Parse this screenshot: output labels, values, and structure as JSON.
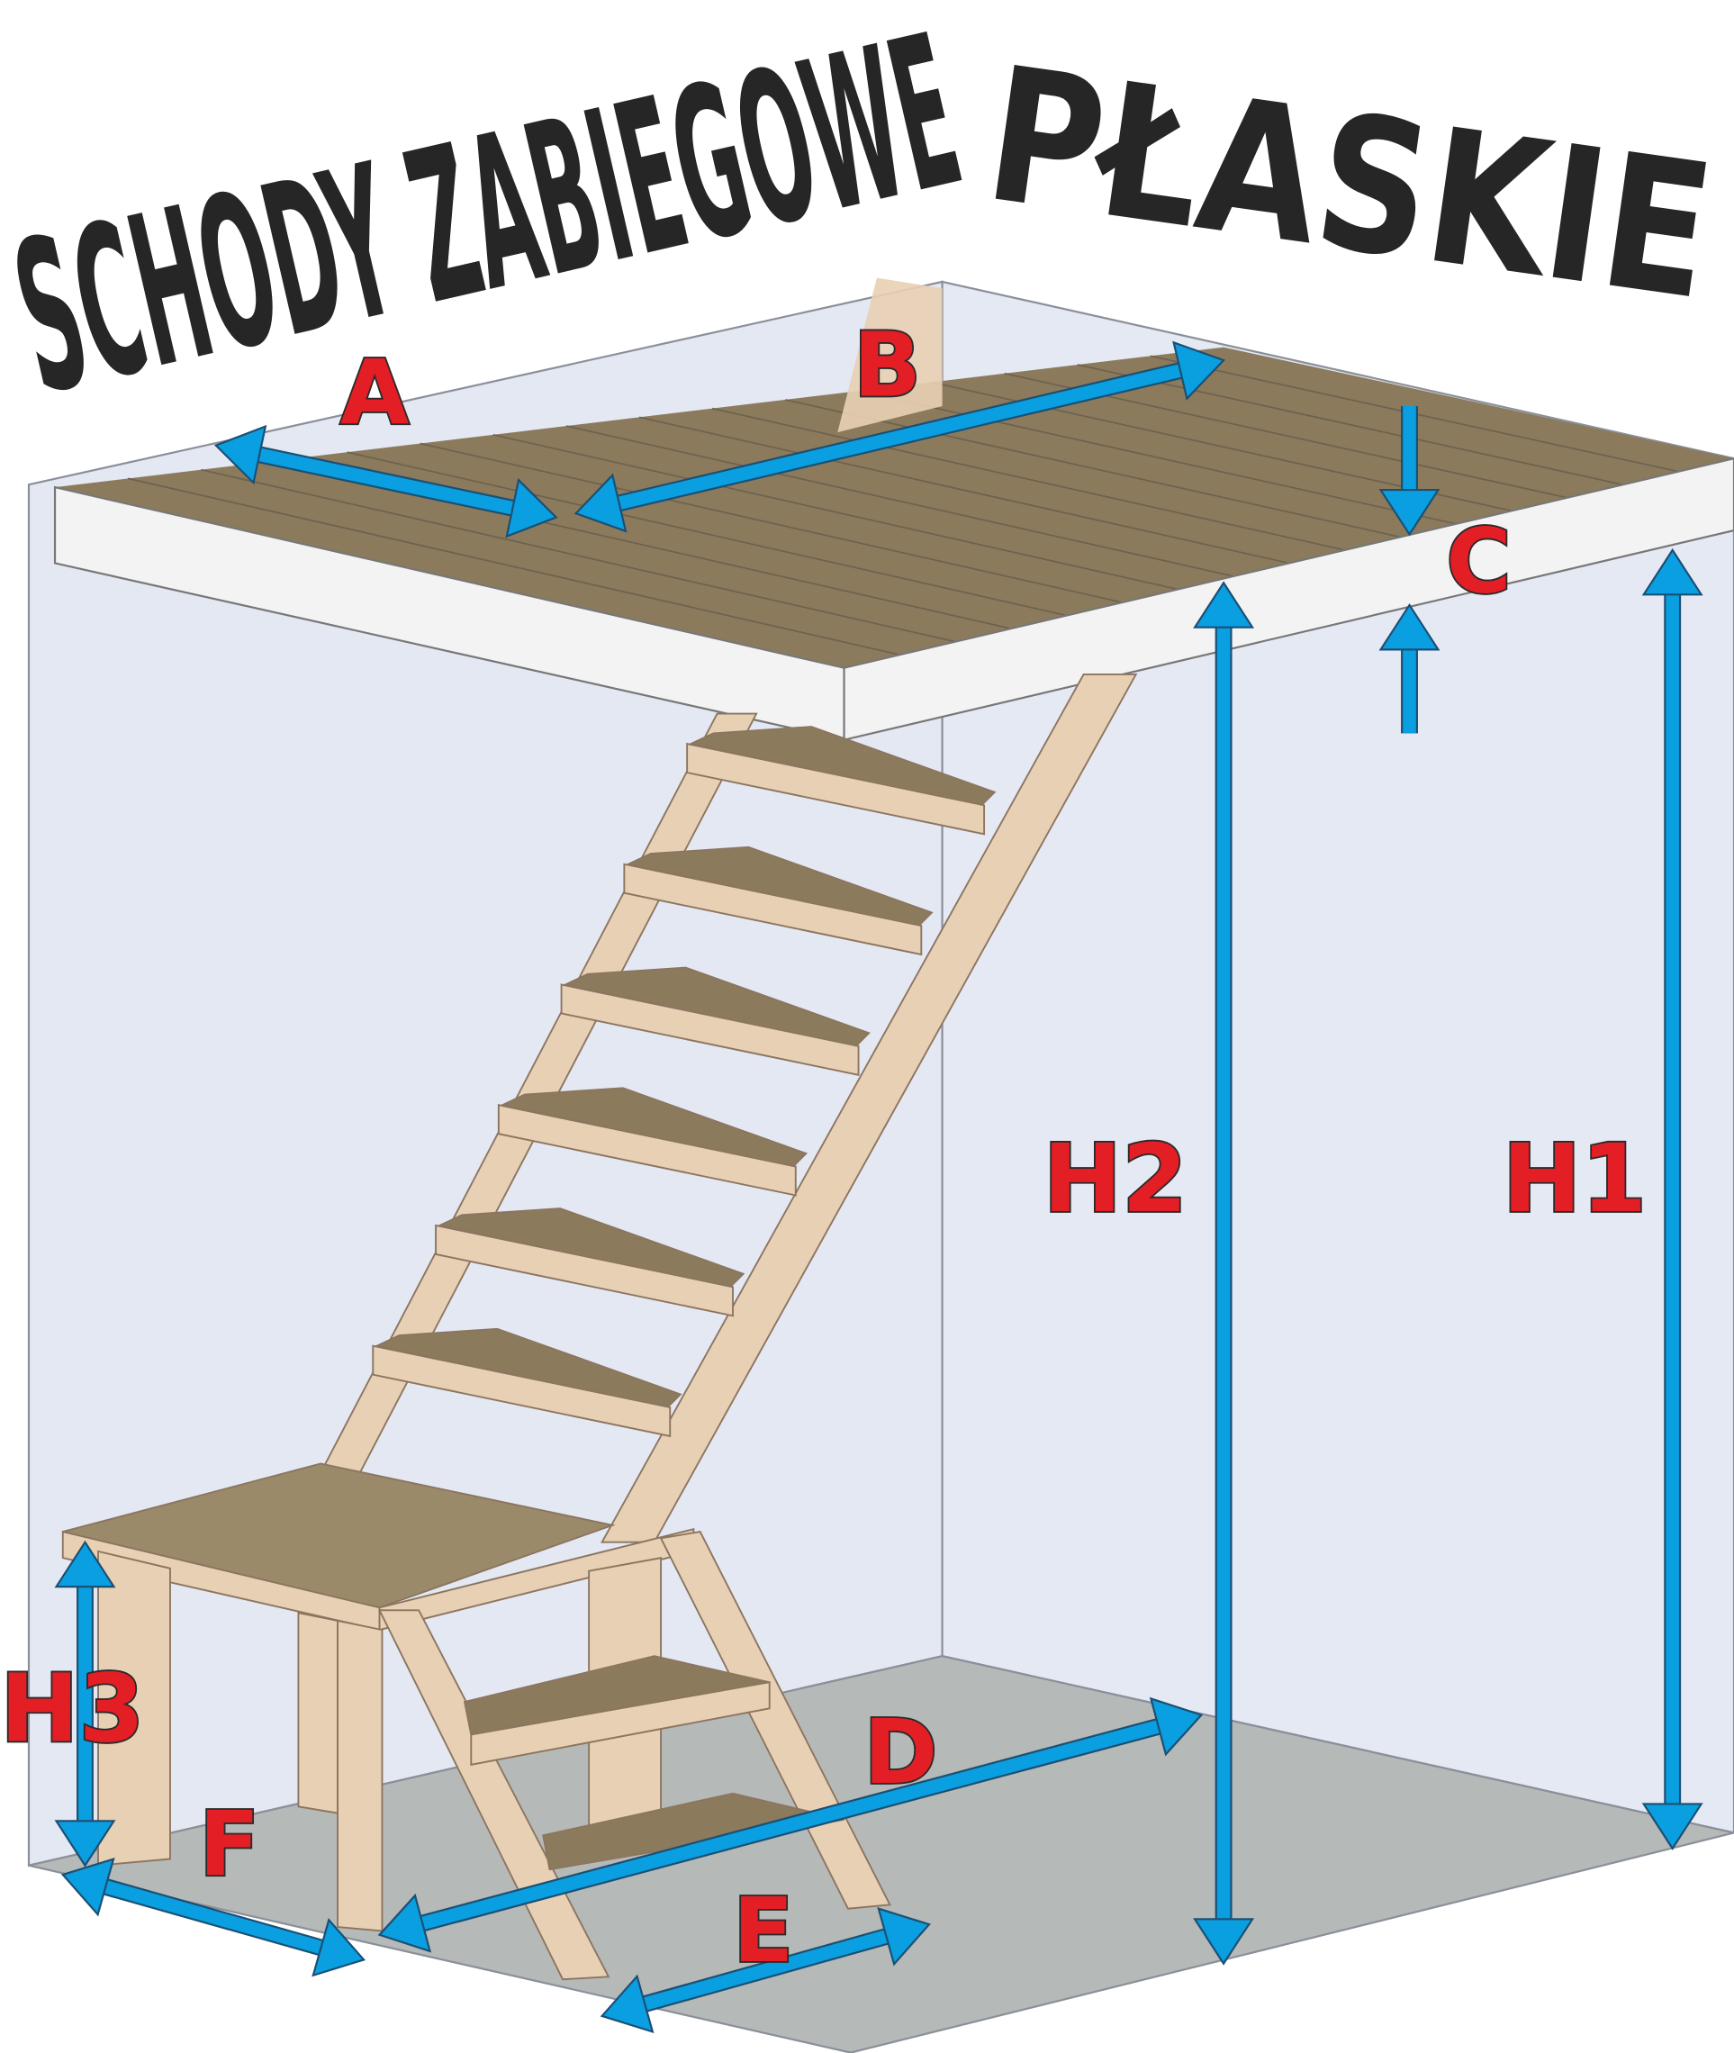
{
  "title": {
    "line1": "SCHODY ZABIEGOWE",
    "line2": "PŁASKIE"
  },
  "labels": {
    "a": "A",
    "b": "B",
    "c": "C",
    "d": "D",
    "e": "E",
    "f": "F",
    "h1": "H1",
    "h2": "H2",
    "h3": "H3"
  },
  "colors": {
    "arrow": "#0a9fe0",
    "label": "#e31e24",
    "wall": "#e3e8f3",
    "floor": "#b5b9b7",
    "deck": "#8b7b5c",
    "wood": "#e8d0b4"
  }
}
